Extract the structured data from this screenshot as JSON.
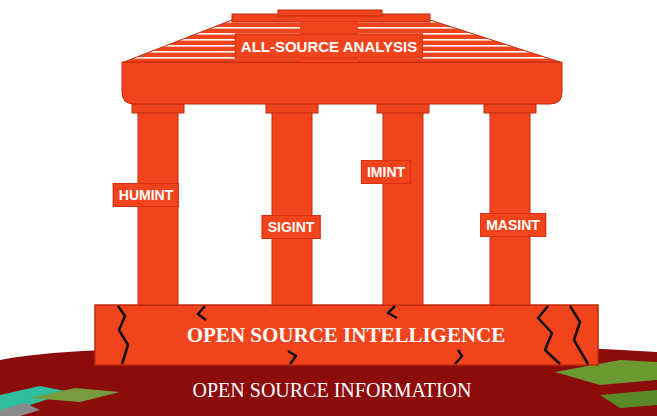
{
  "diagram": {
    "nodes": [
      {
        "text": [
          "ALL-SOURCE ANALYSIS"
        ]
      },
      {
        "text": [
          "HUMINT"
        ]
      },
      {
        "text": [
          "SIGINT"
        ]
      },
      {
        "text": [
          "IMINT"
        ]
      },
      {
        "text": [
          "MASINT"
        ]
      },
      {
        "text": [
          "OPEN SOURCE INTELLIGENCE"
        ]
      },
      {
        "text": [
          "OPEN SOURCE INFORMATION"
        ]
      }
    ]
  }
}
